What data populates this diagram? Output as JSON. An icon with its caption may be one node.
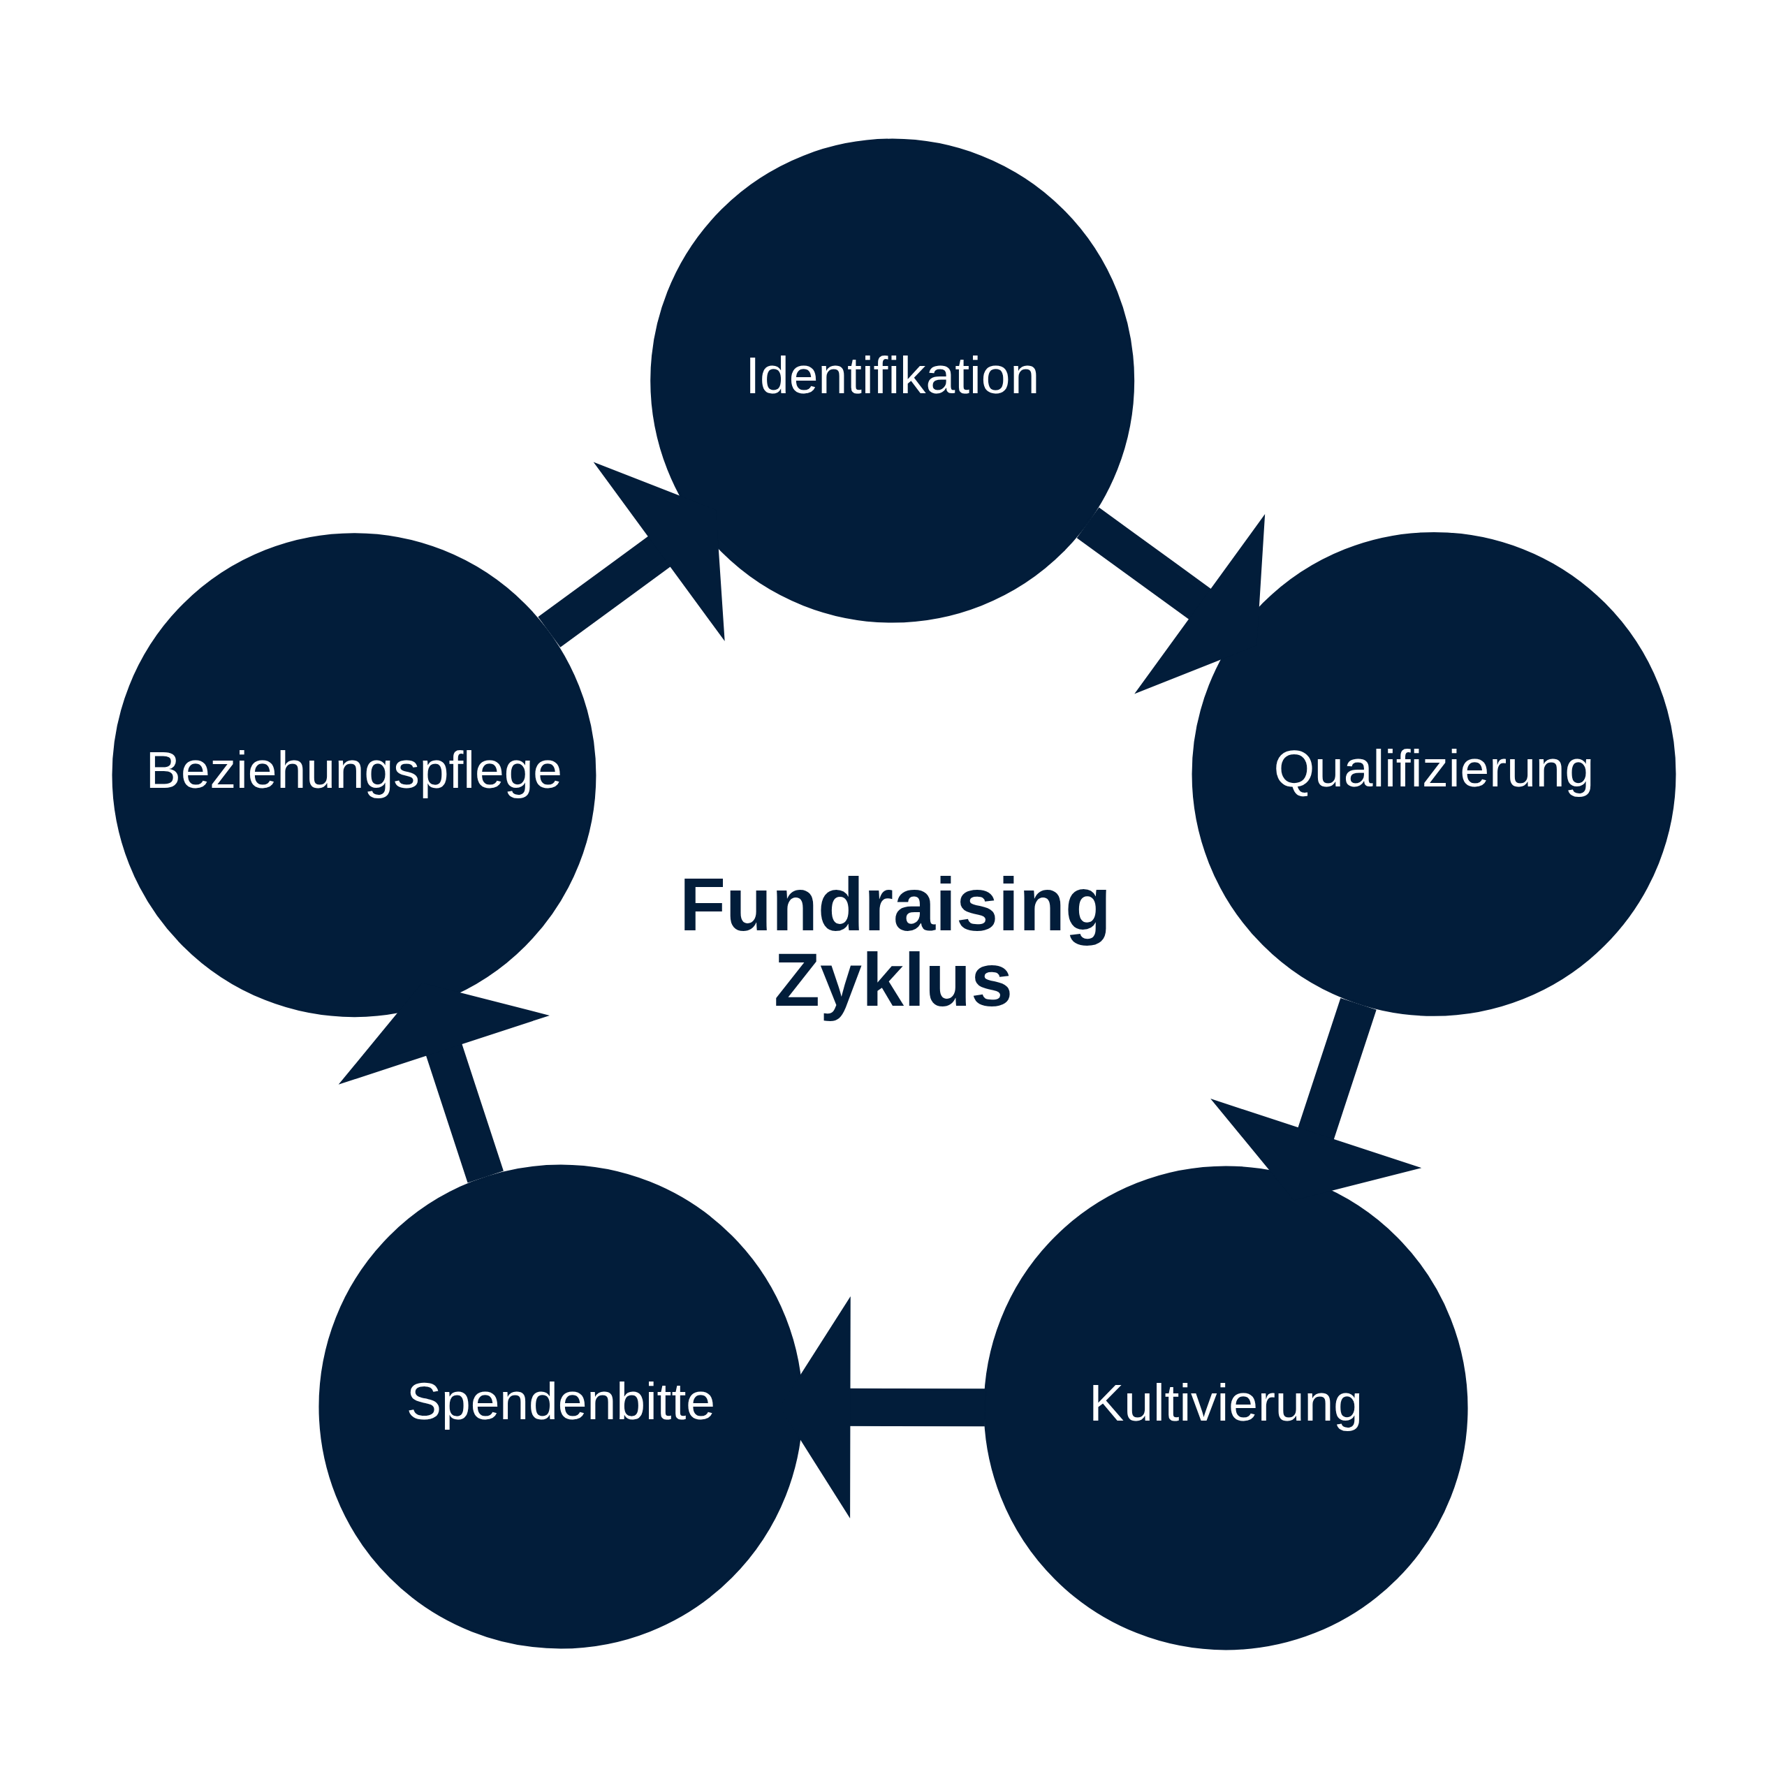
{
  "diagram": {
    "nodes": [
      {
        "text": [
          "Identifikation"
        ]
      },
      {
        "text": [
          "Beziehungspflege"
        ]
      },
      {
        "text": [
          "Qualifizierung"
        ]
      },
      {
        "text": [
          "Spendenbitte"
        ]
      },
      {
        "text": [
          "Kultivierung"
        ]
      }
    ],
    "edges": [
      {
        "from": 0,
        "to": 2,
        "arrow": "to"
      },
      {
        "from": 2,
        "to": 4,
        "arrow": "to"
      },
      {
        "from": 4,
        "to": 3,
        "arrow": "to"
      },
      {
        "from": 3,
        "to": 1,
        "arrow": "to"
      },
      {
        "from": 1,
        "to": 0,
        "arrow": "to"
      }
    ],
    "labels": [
      "Fundraising Zyklus"
    ]
  }
}
